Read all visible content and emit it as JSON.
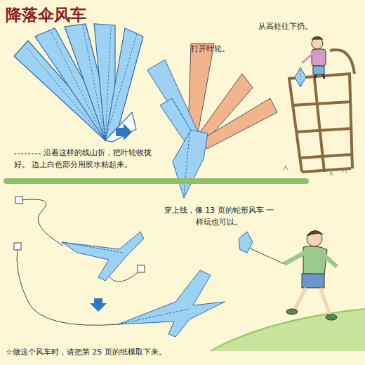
{
  "diagram": {
    "title": "降落伞风车",
    "caption": "☆做这个风车时，请把第 25 页的纸模取下来。",
    "labels": [
      "打开叶轮。",
      "从高处往下扔。",
      "沿着这样的线山折，把叶轮收拢好。 边上白色部分用胶水粘起来。",
      "穿上线，像 13 页的蛇形风车 一样玩也可以。"
    ]
  }
}
